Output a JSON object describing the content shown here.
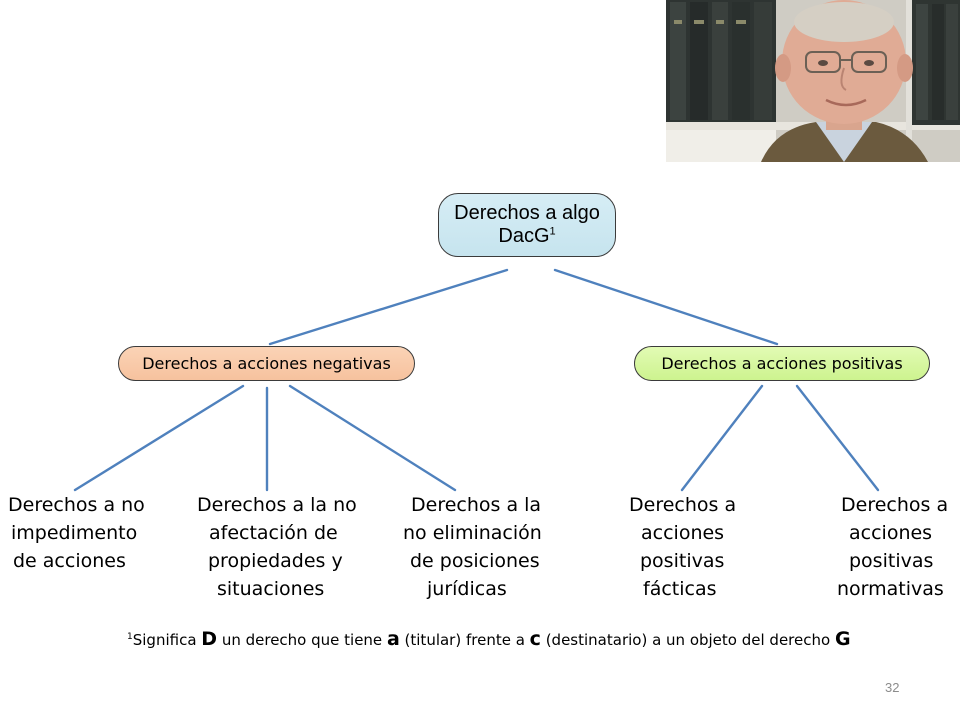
{
  "diagram": {
    "root": {
      "line1": "Derechos a algo",
      "line2": "DacG",
      "sup": "1"
    },
    "branches": [
      {
        "label": "Derechos a acciones negativas",
        "color": "#f8c9a6"
      },
      {
        "label": "Derechos a acciones positivas",
        "color": "#d6f7a0"
      }
    ],
    "leaves": [
      {
        "lines": [
          "Derechos a no",
          "impedimento",
          "de acciones"
        ]
      },
      {
        "lines": [
          "Derechos a la no",
          "afectación de",
          "propiedades y",
          "situaciones"
        ]
      },
      {
        "lines": [
          "Derechos a la",
          "no eliminación",
          "de posiciones",
          "jurídicas"
        ]
      },
      {
        "lines": [
          "Derechos a",
          "acciones",
          "positivas",
          "fácticas"
        ]
      },
      {
        "lines": [
          "Derechos a",
          "acciones",
          "positivas",
          "normativas"
        ]
      }
    ],
    "line_color": "#4f81bd"
  },
  "footnote": {
    "sup": "1",
    "t1": "Significa ",
    "D": "D",
    "t2": " un derecho que tiene ",
    "a": "a",
    "t3": " (titular) frente a ",
    "c": "c",
    "t4": " (destinatario) a un objeto del derecho ",
    "G": "G"
  },
  "page_number": "32"
}
